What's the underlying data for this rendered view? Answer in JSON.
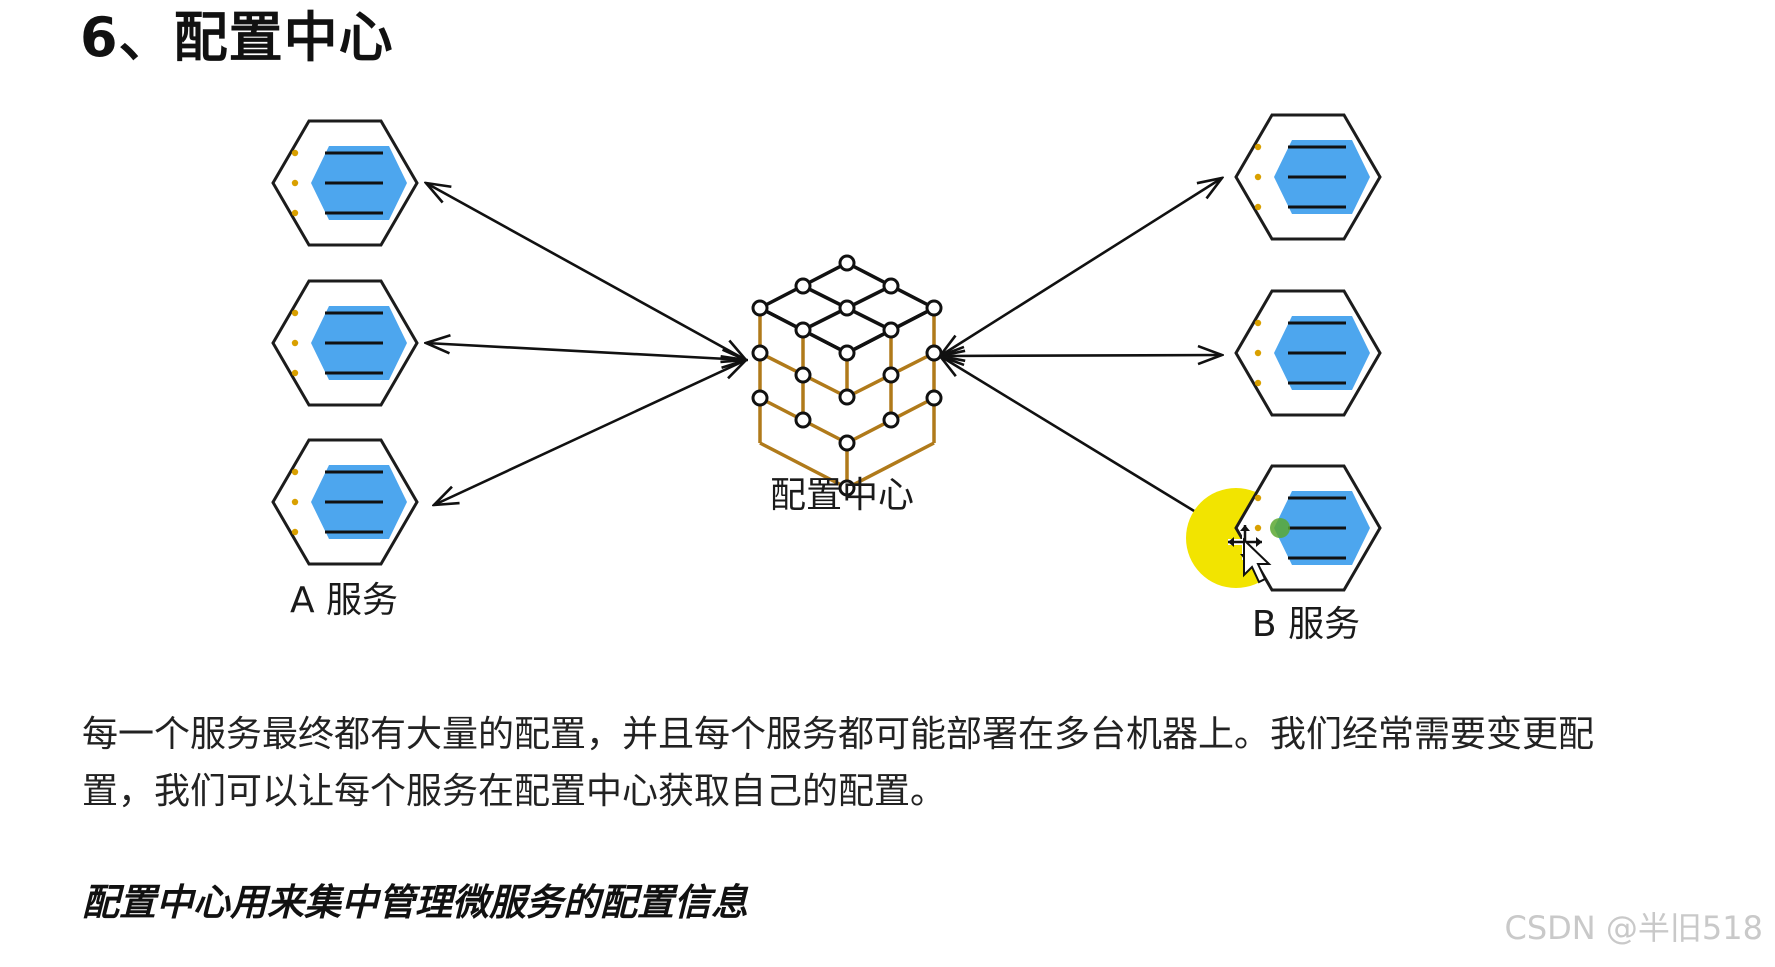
{
  "page_title": "6、配置中心",
  "diagram": {
    "center_label": "配置中心",
    "group_a_label": "A 服务",
    "group_b_label": "B 服务",
    "colors": {
      "arrow": "#111111",
      "hex_fill": "#4da6ee",
      "cube_edge": "#b07a1a",
      "cursor_highlight": "#f2e400"
    },
    "icons": [
      "service-hexagon-icon",
      "config-cube-icon",
      "move-cursor-icon"
    ]
  },
  "description": "每一个服务最终都有大量的配置，并且每个服务都可能部署在多台机器上。我们经常需要变更配置，我们可以让每个服务在配置中心获取自己的配置。",
  "emphasis": "配置中心用来集中管理微服务的配置信息",
  "watermark": "CSDN @半旧518"
}
